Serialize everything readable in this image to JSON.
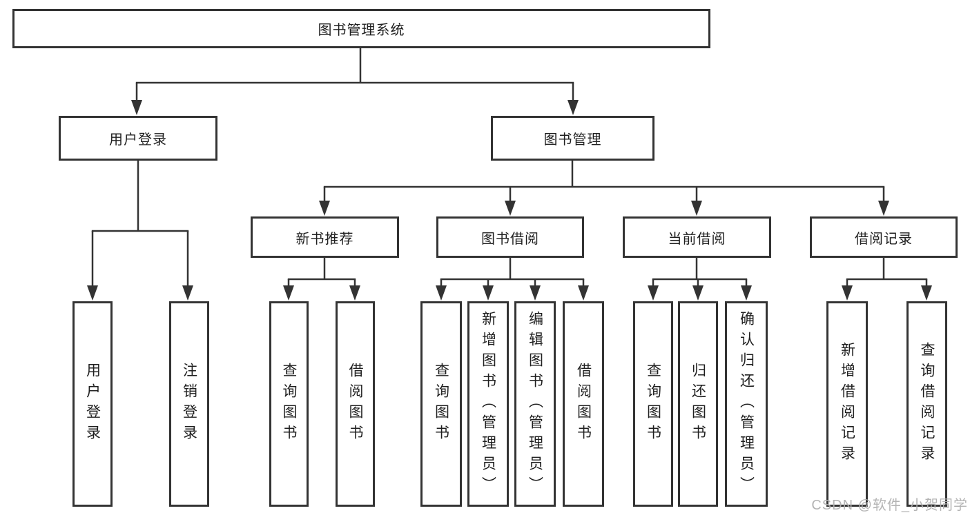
{
  "diagram": {
    "root": {
      "label": "图书管理系统"
    },
    "level2": [
      {
        "id": "user-login",
        "label": "用户登录"
      },
      {
        "id": "book-management",
        "label": "图书管理"
      }
    ],
    "level3": [
      {
        "id": "new-book-recommend",
        "parent": "图书管理",
        "label": "新书推荐"
      },
      {
        "id": "book-borrow",
        "parent": "图书管理",
        "label": "图书借阅"
      },
      {
        "id": "current-borrow",
        "parent": "图书管理",
        "label": "当前借阅"
      },
      {
        "id": "borrow-records",
        "parent": "图书管理",
        "label": "借阅记录"
      }
    ],
    "leaves": [
      {
        "parent": "用户登录",
        "label": "用户登录"
      },
      {
        "parent": "用户登录",
        "label": "注销登录"
      },
      {
        "parent": "新书推荐",
        "label": "查询图书"
      },
      {
        "parent": "新书推荐",
        "label": "借阅图书"
      },
      {
        "parent": "图书借阅",
        "label": "查询图书"
      },
      {
        "parent": "图书借阅",
        "label": "新增图书（管理员）"
      },
      {
        "parent": "图书借阅",
        "label": "编辑图书（管理员）"
      },
      {
        "parent": "图书借阅",
        "label": "借阅图书"
      },
      {
        "parent": "当前借阅",
        "label": "查询图书"
      },
      {
        "parent": "当前借阅",
        "label": "归还图书"
      },
      {
        "parent": "当前借阅",
        "label": "确认归还（管理员）"
      },
      {
        "parent": "借阅记录",
        "label": "新增借阅记录"
      },
      {
        "parent": "借阅记录",
        "label": "查询借阅记录"
      }
    ],
    "watermark": "CSDN @软件_小贺同学",
    "colors": {
      "line": "#333333",
      "text": "#1f1f1f",
      "background": "#ffffff",
      "watermark": "#b0b0b0"
    }
  }
}
